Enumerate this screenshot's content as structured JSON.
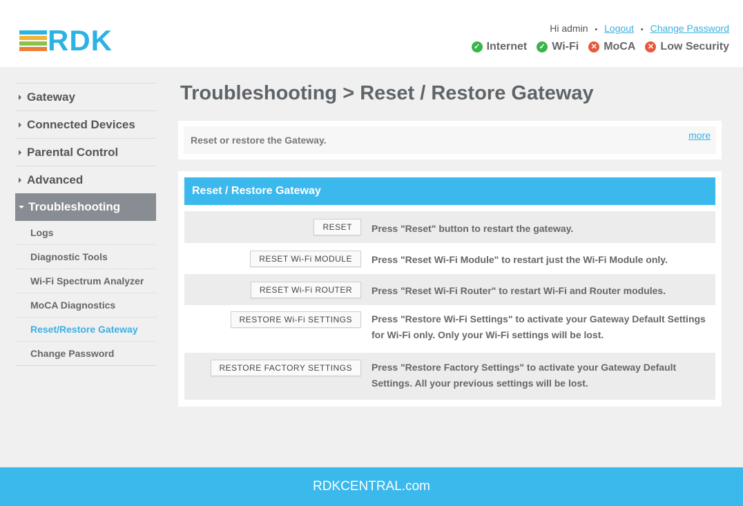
{
  "header": {
    "logo_text": "RDK",
    "logo_bar_colors": [
      "#2db2e4",
      "#f5b335",
      "#8bc34a",
      "#ef7d35"
    ],
    "greeting": "Hi admin",
    "logout_label": "Logout",
    "change_password_label": "Change Password",
    "status": [
      {
        "label": "Internet",
        "state": "ok"
      },
      {
        "label": "Wi-Fi",
        "state": "ok"
      },
      {
        "label": "MoCA",
        "state": "error"
      },
      {
        "label": "Low Security",
        "state": "error"
      }
    ]
  },
  "sidebar": {
    "items": [
      {
        "label": "Gateway"
      },
      {
        "label": "Connected Devices"
      },
      {
        "label": "Parental Control"
      },
      {
        "label": "Advanced"
      },
      {
        "label": "Troubleshooting",
        "expanded": true
      }
    ],
    "sub_items": [
      {
        "label": "Logs"
      },
      {
        "label": "Diagnostic Tools"
      },
      {
        "label": "Wi-Fi Spectrum Analyzer"
      },
      {
        "label": "MoCA Diagnostics"
      },
      {
        "label": "Reset/Restore Gateway",
        "current": true
      },
      {
        "label": "Change Password"
      }
    ]
  },
  "main": {
    "title": "Troubleshooting > Reset / Restore Gateway",
    "intro_text": "Reset or restore the Gateway.",
    "more_label": "more",
    "module_title": "Reset / Restore Gateway",
    "rows": [
      {
        "button": "RESET",
        "description": "Press \"Reset\" button to restart the gateway."
      },
      {
        "button": "RESET Wi-Fi MODULE",
        "description": "Press \"Reset Wi-Fi Module\" to restart just the Wi-Fi Module only."
      },
      {
        "button": "RESET Wi-Fi ROUTER",
        "description": "Press \"Reset Wi-Fi Router\" to restart Wi-Fi and Router modules."
      },
      {
        "button": "RESTORE Wi-Fi SETTINGS",
        "description": "Press \"Restore Wi-Fi Settings\" to activate your Gateway Default Settings for Wi-Fi only. Only your Wi-Fi settings will be lost."
      },
      {
        "button": "RESTORE FACTORY SETTINGS",
        "description": "Press \"Restore Factory Settings\" to activate your Gateway Default Settings. All your previous settings will be lost."
      }
    ]
  },
  "footer": {
    "text": "RDKCENTRAL.com",
    "color": "#3bb8ec"
  },
  "colors": {
    "accent": "#3bb8ec",
    "link": "#3ab0e2",
    "ok": "#3ab54a",
    "error": "#e8583a",
    "active_nav": "#878d92"
  }
}
